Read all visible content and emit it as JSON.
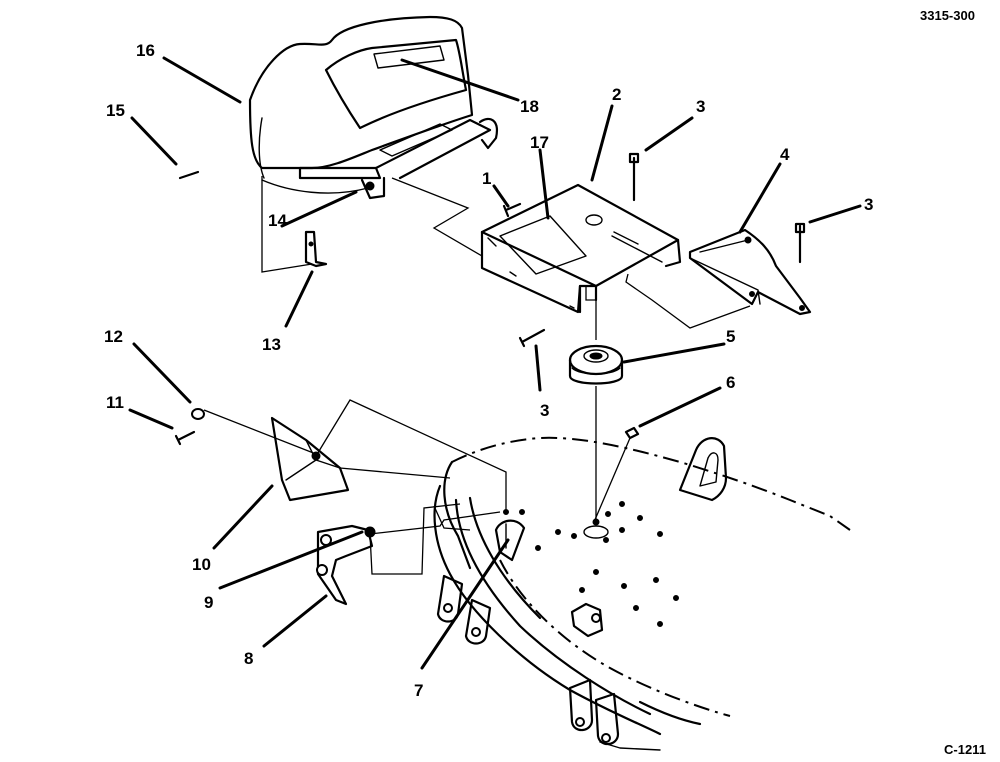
{
  "diagram": {
    "doc_number": "3315-300",
    "figure_code": "C-1211",
    "callouts": [
      "1",
      "2",
      "3",
      "3",
      "3",
      "4",
      "5",
      "6",
      "7",
      "8",
      "9",
      "10",
      "11",
      "12",
      "13",
      "14",
      "15",
      "16",
      "17",
      "18"
    ]
  }
}
